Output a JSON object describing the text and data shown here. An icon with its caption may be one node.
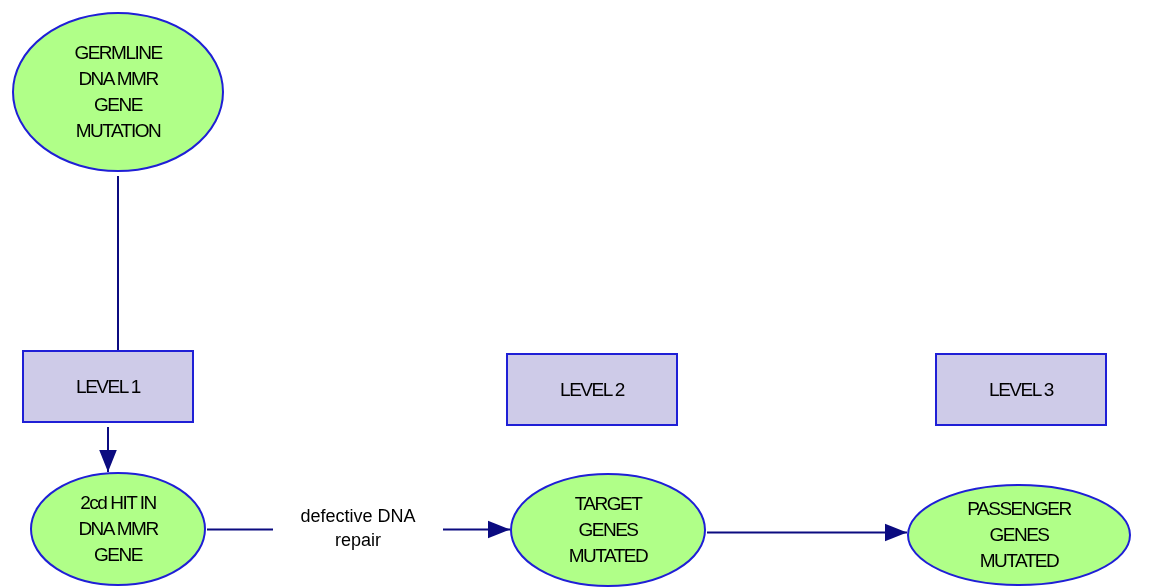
{
  "diagram": {
    "nodes": [
      {
        "text": [
          "GERMLINE DNA MMR GENE MUTATION"
        ]
      },
      {
        "text": [
          "LEVEL 1"
        ]
      },
      {
        "text": [
          "LEVEL 2"
        ]
      },
      {
        "text": [
          "LEVEL 3"
        ]
      },
      {
        "text": [
          "2cd HIT IN DNA MMR GENE"
        ]
      },
      {
        "text": [
          "TARGET GENES MUTATED"
        ]
      },
      {
        "text": [
          "PASSENGER GENES MUTATED"
        ]
      }
    ],
    "edges": [
      {
        "from": 0,
        "to": 1,
        "arrow": "none"
      },
      {
        "from": 1,
        "to": 4,
        "arrow": "to"
      },
      {
        "from": 4,
        "to": 5,
        "arrow": "to",
        "label": "defective DNA repair"
      },
      {
        "from": 5,
        "to": 6,
        "arrow": "to"
      }
    ]
  }
}
